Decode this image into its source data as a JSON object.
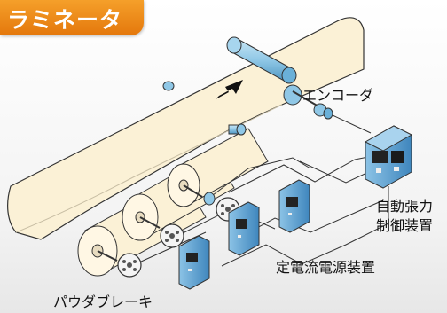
{
  "title": "ラミネータ",
  "labels": {
    "encoder": "エンコーダ",
    "auto_tension_line1": "自動張力",
    "auto_tension_line2": "制御装置",
    "constant_current": "定電流電源装置",
    "powder_brake": "パウダブレーキ"
  },
  "colors": {
    "title_bg": "#ec8a18",
    "film": "#fbf1d6",
    "roller": "#8fc7e6",
    "controller": "#5da0cf"
  }
}
